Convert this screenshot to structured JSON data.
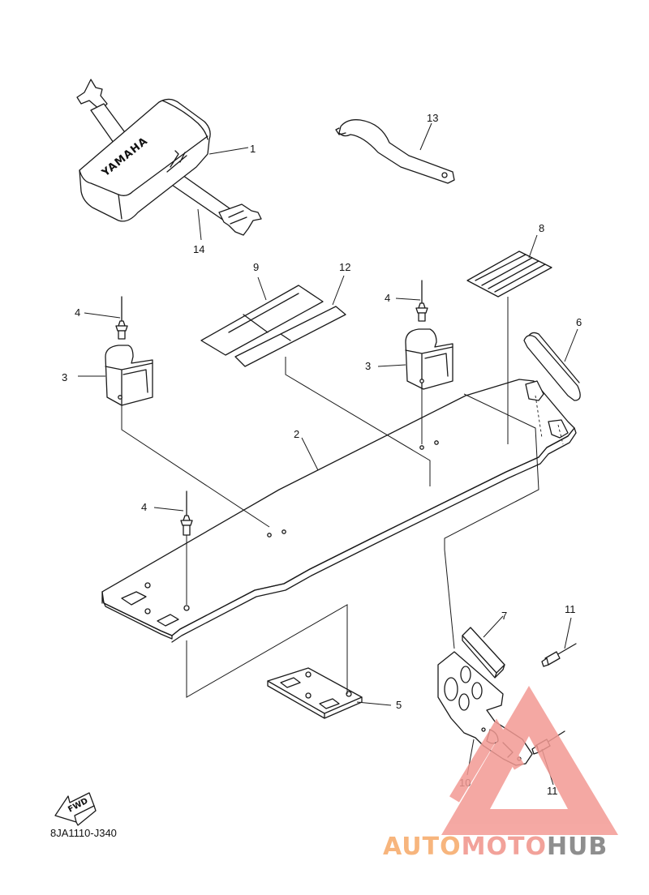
{
  "diagram": {
    "code": "8JA1110-J340",
    "fwd_label": "FWD",
    "brand_text": "YAMAHA",
    "callouts": [
      "1",
      "2",
      "3",
      "3",
      "4",
      "4",
      "4",
      "5",
      "6",
      "7",
      "8",
      "9",
      "10",
      "11",
      "11",
      "12",
      "13",
      "14"
    ]
  },
  "watermark": {
    "parts": [
      "AUTO",
      "MOTO",
      "HUB"
    ],
    "colors": {
      "auto": "#f7b57d",
      "moto": "#f2a29a",
      "hub": "#8e8e8e",
      "triangle": "#f39a94"
    }
  }
}
